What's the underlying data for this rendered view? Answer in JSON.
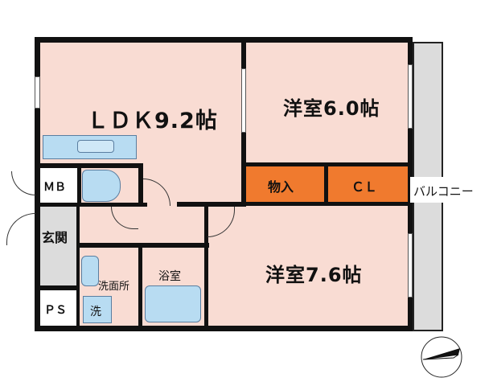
{
  "rooms": {
    "ldk": "ＬＤＫ9.2帖",
    "western1": "洋室6.0帖",
    "western2": "洋室7.6帖",
    "storage": "物入",
    "closet": "ＣＬ",
    "mb": "ＭＢ",
    "entrance": "玄関",
    "washroom": "洗面所",
    "bath": "浴室",
    "washer": "洗",
    "ps": "ＰＳ",
    "balcony": "バルコニー"
  },
  "colors": {
    "room": "#f9dcd3",
    "wet_area": "#b8dcf2",
    "storage": "#f07a2e",
    "utility": "#dcdcdc"
  },
  "icons": [
    "north-arrow-icon",
    "toilet-icon",
    "bathtub-icon",
    "sink-icon",
    "kitchen-counter-icon"
  ]
}
